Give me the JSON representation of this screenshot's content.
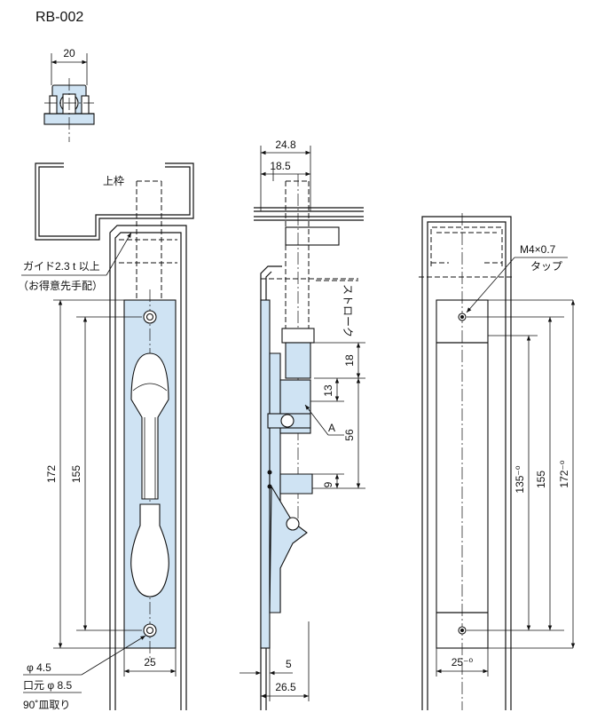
{
  "title": "RB-002",
  "labels": {
    "upper_frame": "上枠",
    "guide_line1": "ガイド2.3 t 以上",
    "guide_line2": "（お得意先手配）",
    "stroke": "ストローク",
    "callout_a": "A",
    "hole_dia": "φ 4.5",
    "countersink": "口元 φ 8.5",
    "countersink_angle": "90˚皿取り",
    "tap_size": "M4×0.7",
    "tap": "タップ"
  },
  "dimensions": {
    "top_width": "20",
    "side_24_8": "24.8",
    "side_18_5": "18.5",
    "front_172": "172",
    "front_155": "155",
    "front_25": "25",
    "side_18": "18",
    "side_13": "13",
    "side_56": "56",
    "side_9": "9",
    "side_5": "5",
    "side_26_5": "26.5",
    "rear_135": "135⁻⁰",
    "rear_155": "155",
    "rear_172": "172⁻⁰",
    "rear_25": "25⁻⁰"
  },
  "colors": {
    "part_fill": "#cfe3f3",
    "line": "#111111"
  }
}
